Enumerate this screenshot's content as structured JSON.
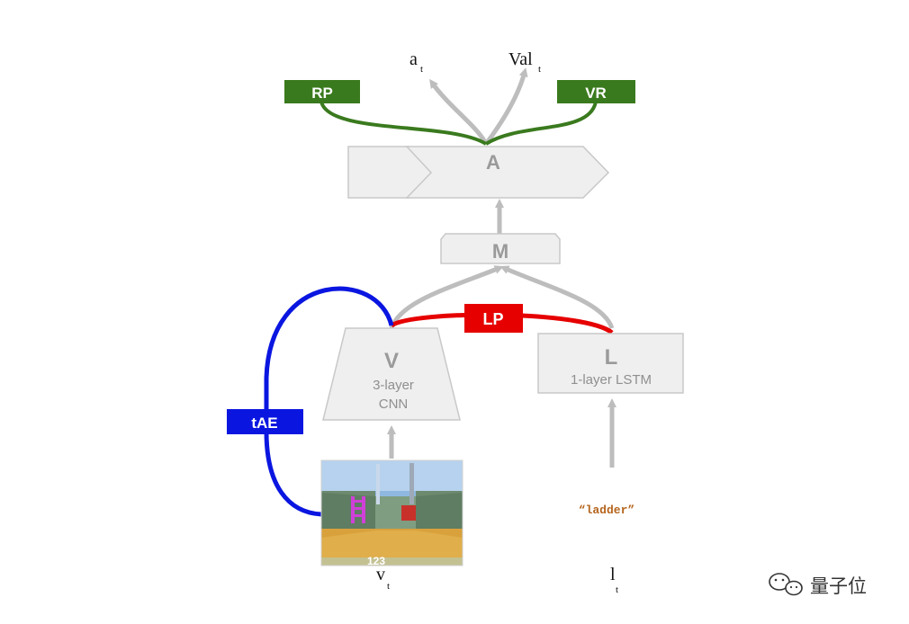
{
  "nodes": {
    "a": {
      "label": "A"
    },
    "m": {
      "label": "M"
    },
    "v": {
      "label": "V",
      "sub1": "3-layer",
      "sub2": "CNN"
    },
    "l": {
      "label": "L",
      "sub": "1-layer LSTM"
    }
  },
  "tags": {
    "rp": "RP",
    "vr": "VR",
    "lp": "LP",
    "tae": "tAE"
  },
  "outputs": {
    "action": {
      "main": "a",
      "sub": "t"
    },
    "value": {
      "main": "Val",
      "sub": "t"
    }
  },
  "inputs": {
    "vision": {
      "main": "v",
      "sub": "t"
    },
    "language": {
      "main": "l",
      "sub": "t"
    },
    "instruction": "“ladder”"
  },
  "game_hud": {
    "score": "123"
  },
  "watermark": "量子位",
  "colors": {
    "box_fill": "#efefef",
    "box_stroke": "#c8c8c8",
    "arrow": "#bdbdbd",
    "green": "#3a7a1e",
    "red": "#e60000",
    "blue": "#0a16e0"
  }
}
